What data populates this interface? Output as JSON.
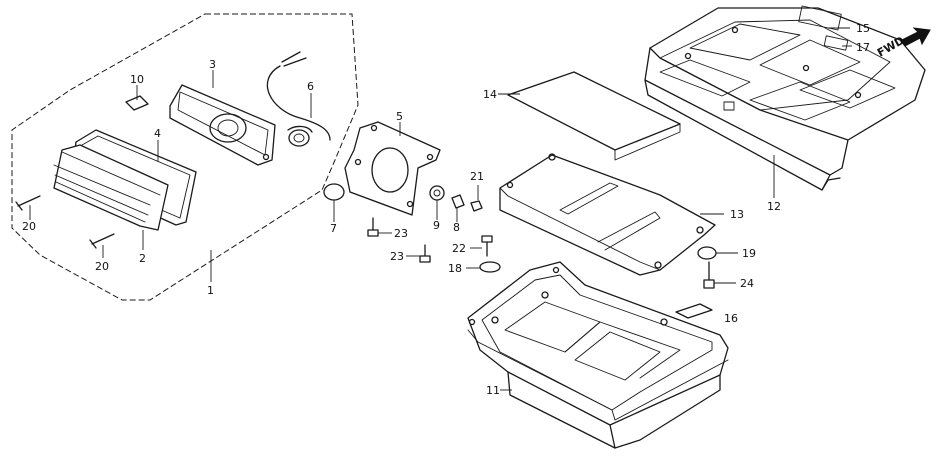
{
  "callouts": [
    {
      "id": "c15",
      "text": "15"
    },
    {
      "id": "c17",
      "text": "17"
    },
    {
      "id": "c14",
      "text": "14"
    },
    {
      "id": "c12",
      "text": "12"
    },
    {
      "id": "c13",
      "text": "13"
    },
    {
      "id": "c21",
      "text": "21"
    },
    {
      "id": "c22",
      "text": "22"
    },
    {
      "id": "c18",
      "text": "18"
    },
    {
      "id": "c19",
      "text": "19"
    },
    {
      "id": "c24",
      "text": "24"
    },
    {
      "id": "c16",
      "text": "16"
    },
    {
      "id": "c11",
      "text": "11"
    },
    {
      "id": "c3",
      "text": "3"
    },
    {
      "id": "c10",
      "text": "10"
    },
    {
      "id": "c6",
      "text": "6"
    },
    {
      "id": "c4",
      "text": "4"
    },
    {
      "id": "c5",
      "text": "5"
    },
    {
      "id": "c7",
      "text": "7"
    },
    {
      "id": "c23a",
      "text": "23"
    },
    {
      "id": "c23b",
      "text": "23"
    },
    {
      "id": "c9",
      "text": "9"
    },
    {
      "id": "c8",
      "text": "8"
    },
    {
      "id": "c2",
      "text": "2"
    },
    {
      "id": "c1",
      "text": "1"
    },
    {
      "id": "c20a",
      "text": "20"
    },
    {
      "id": "c20b",
      "text": "20"
    }
  ],
  "fwd_label": "FWD"
}
